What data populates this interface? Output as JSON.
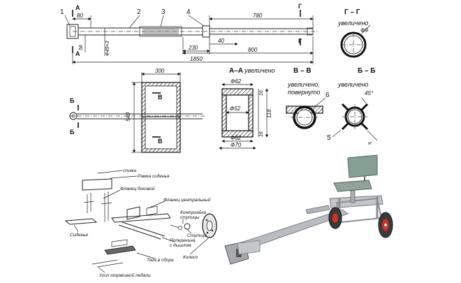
{
  "top_drawing": {
    "part_numbers": [
      "1",
      "2",
      "3",
      "4"
    ],
    "section_mark": "A",
    "section_mark_g": "Г",
    "dim_80": "80",
    "dim_780": "780",
    "dim_58": "58",
    "dim_d": "Ф49×3",
    "dim_230": "230",
    "dim_40": "40",
    "dim_800": "800",
    "dim_1850": "1850"
  },
  "section_gg": {
    "title": "Г – Г",
    "note": "увеличено",
    "diameter": "Ф9"
  },
  "frame_drawing": {
    "dim_300": "300",
    "dim_540": "540",
    "mark_v": "В",
    "mark_b": "Б"
  },
  "section_aa": {
    "title": "А–А",
    "note": "увеличено",
    "d62_top": "Ф62",
    "d52": "Ф52",
    "d62_bottom": "Ф62",
    "d70": "Ф70",
    "h16_top": "16",
    "h118": "118",
    "h16_bottom": "16"
  },
  "section_vv": {
    "title": "В – В",
    "note_line1": "увеличено,",
    "note_line2": "повернуто",
    "callout": "6"
  },
  "section_bb": {
    "title": "Б – Б",
    "note": "увеличено",
    "angle": "45°",
    "callout": "5",
    "dim_4": "4"
  },
  "assembly_labels": {
    "spinka": "спинка",
    "ramka": "Рамка сиденья",
    "flanec_bokovoy": "Фланец боковой",
    "flanec_centr": "Фланец центральный",
    "kontrgayka_line1": "Контргайка",
    "kontrgayka_line2": "ступицы",
    "stupica": "Ступица",
    "poperechina_line1": "Поперечина",
    "poperechina_line2": "с дышлом",
    "koleso": "Колесо",
    "tyaga": "Тяга в сборе",
    "ugol": "Угол тормозной педали",
    "sidenie": "Сиденье"
  }
}
